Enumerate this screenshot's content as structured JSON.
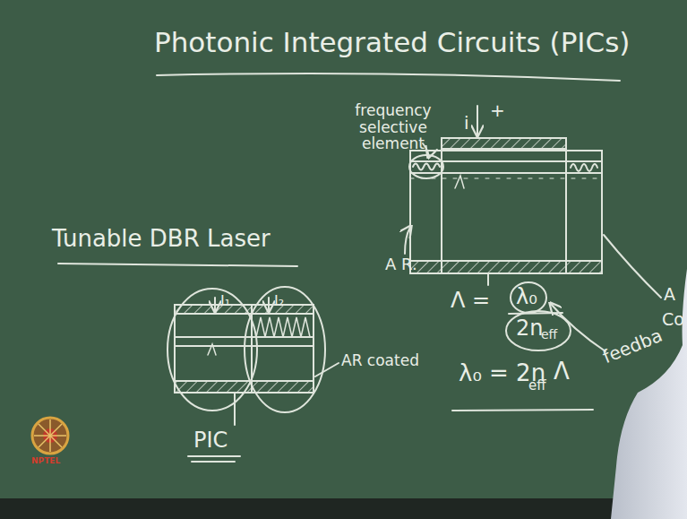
{
  "diagram": {
    "title": "Photonic Integrated Circuits (PICs)",
    "labels": [
      "frequency selective element",
      "i",
      "+",
      "A R.",
      "A",
      "Co",
      "Λ =",
      "λ₀",
      "2n",
      "eff",
      "feedba",
      "λ₀ = 2n",
      "eff",
      "Λ",
      "Tunable DBR Laser",
      "I₁",
      "I₂",
      "AR coated",
      "PIC",
      "NPTEL"
    ]
  }
}
